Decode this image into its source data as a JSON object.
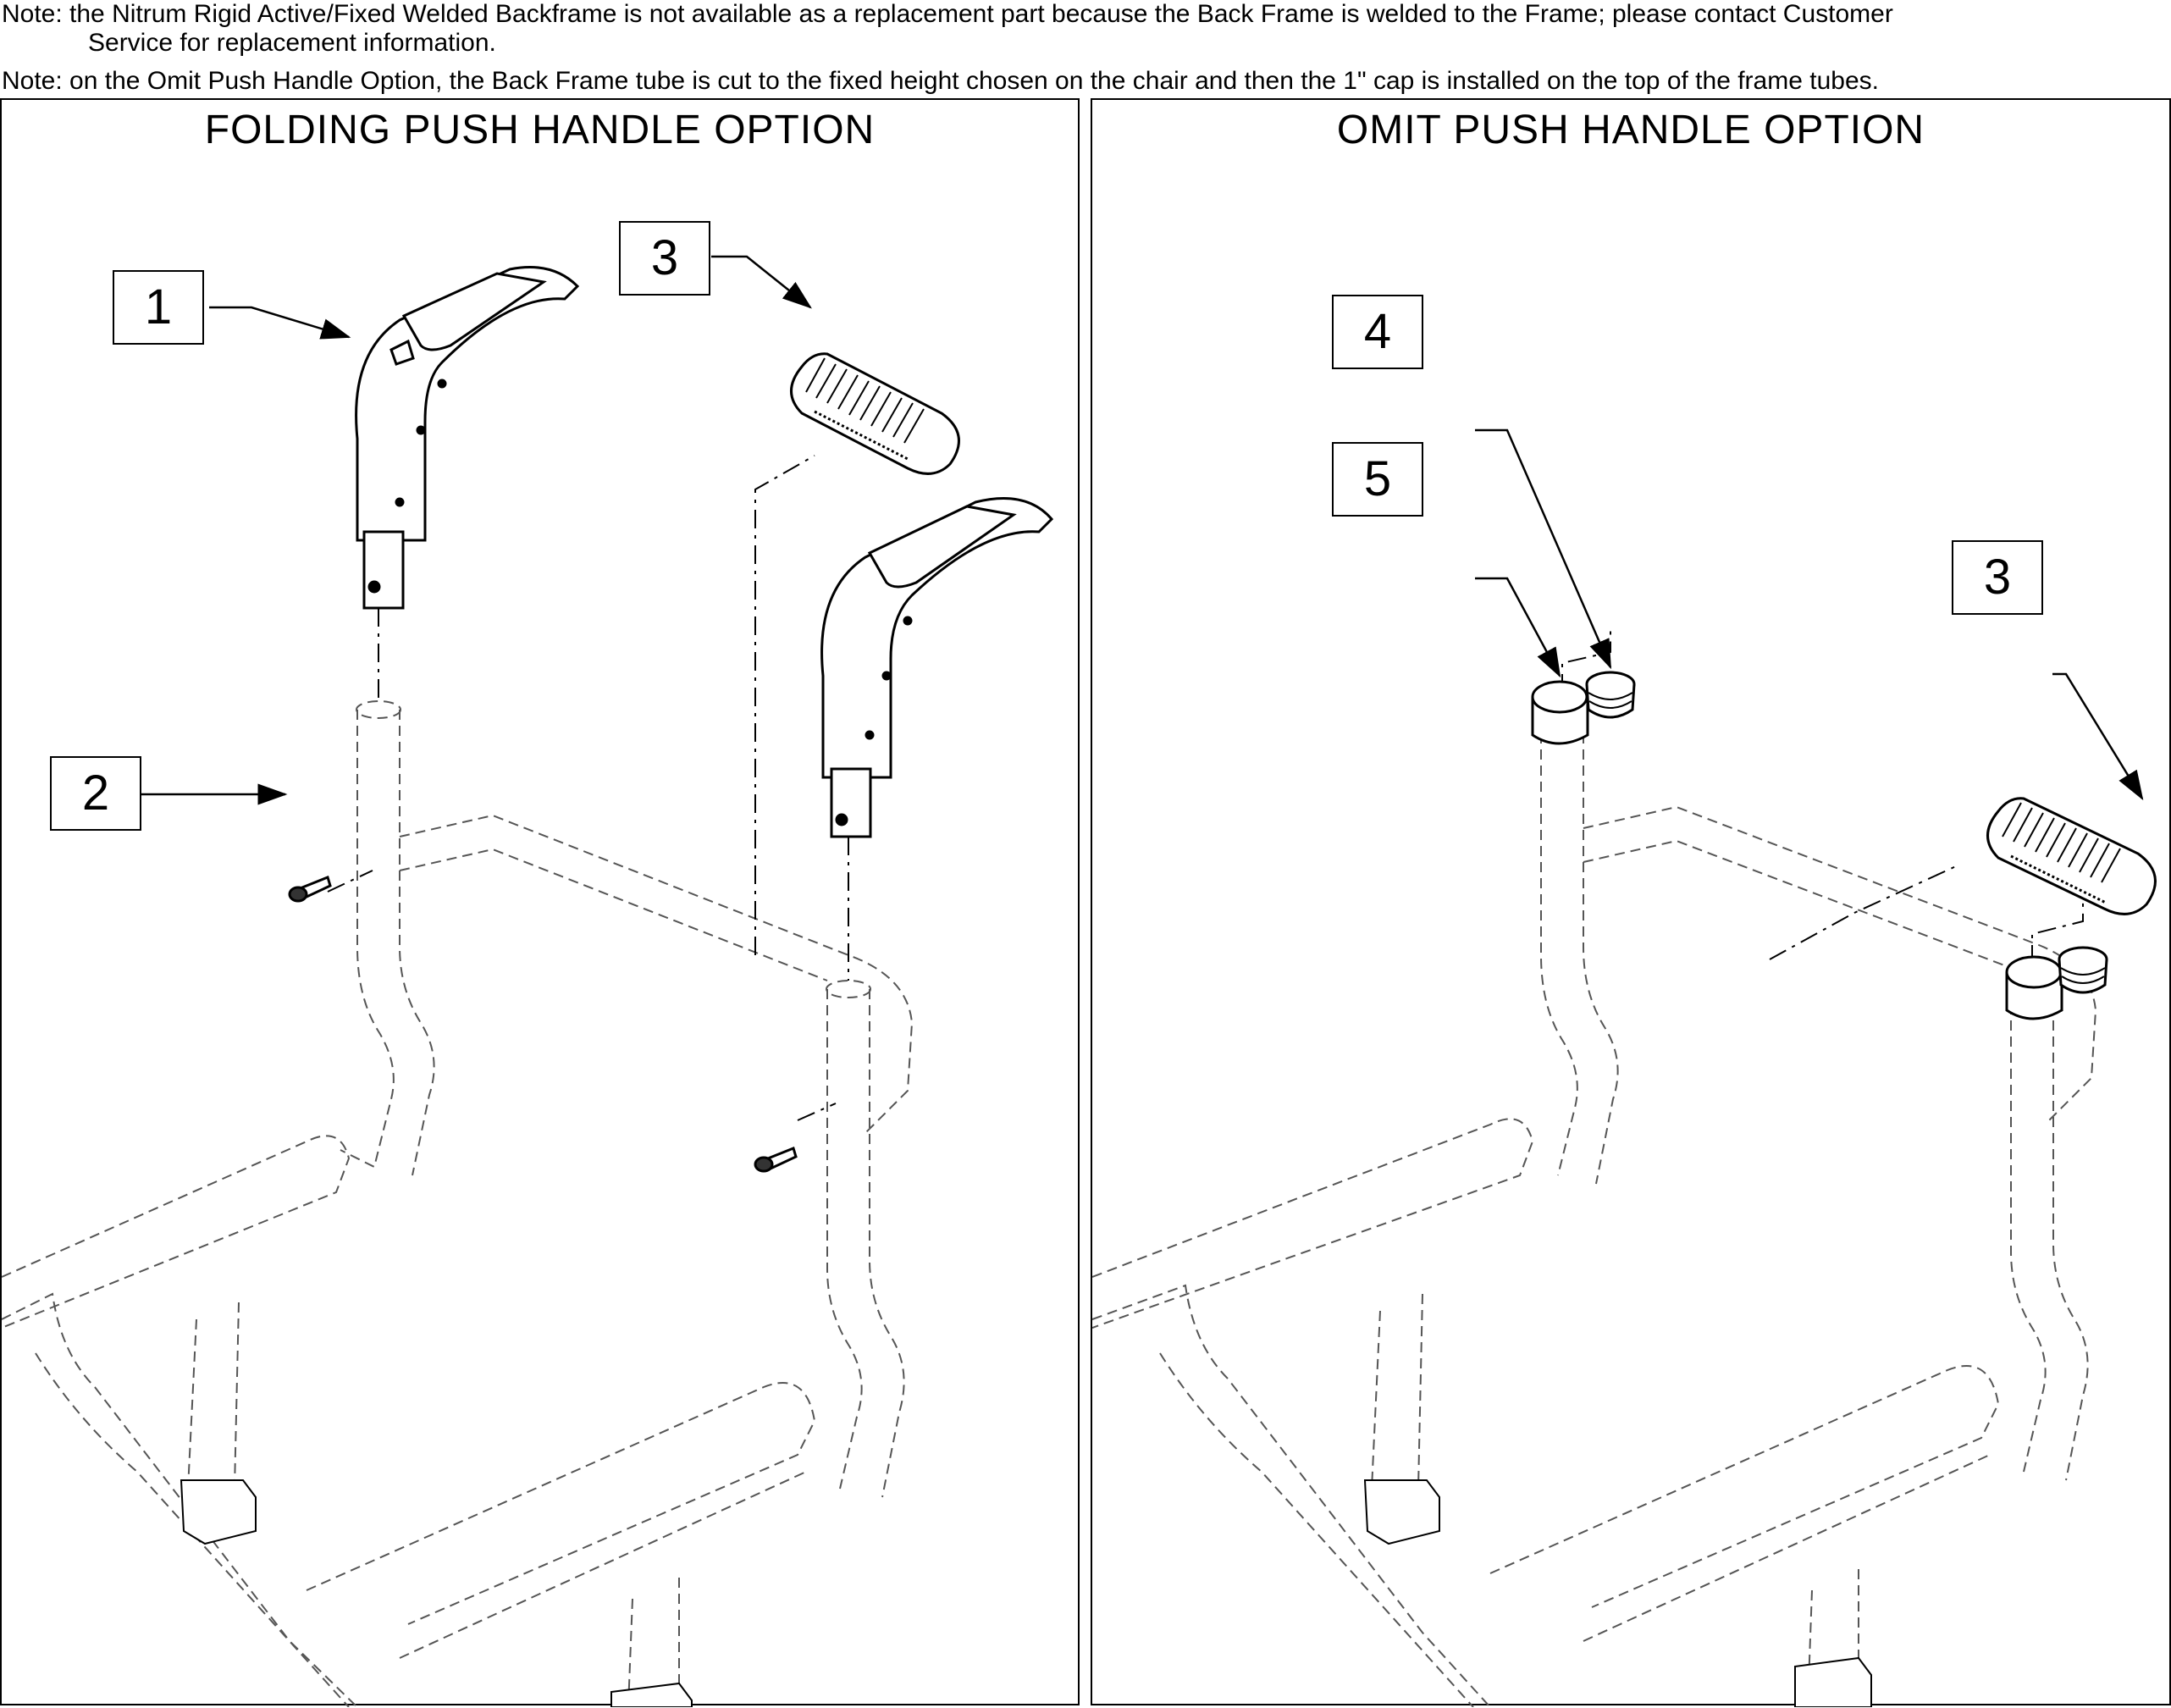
{
  "notes": {
    "note1_line1": "Note: the Nitrum Rigid Active/Fixed Welded Backframe is not available as a replacement part because the Back Frame is welded to the Frame; please contact Customer",
    "note1_line2": "Service for replacement information.",
    "note2": "Note: on the Omit Push Handle Option, the Back Frame tube is cut to the fixed height chosen on the chair and then the 1\" cap is installed on the top of the frame tubes."
  },
  "panels": {
    "left": {
      "title": "FOLDING PUSH HANDLE OPTION",
      "callouts": {
        "c1": "1",
        "c2": "2",
        "c3": "3"
      }
    },
    "right": {
      "title": "OMIT PUSH HANDLE OPTION",
      "callouts": {
        "c4": "4",
        "c5": "5",
        "c3": "3"
      }
    }
  },
  "colors": {
    "line": "#000000",
    "frame_dash": "#555555",
    "background": "#ffffff"
  },
  "icons": [
    "push-handle-icon",
    "screw-icon",
    "foam-grip-icon",
    "plug-cap-icon",
    "ribbed-plug-icon"
  ]
}
